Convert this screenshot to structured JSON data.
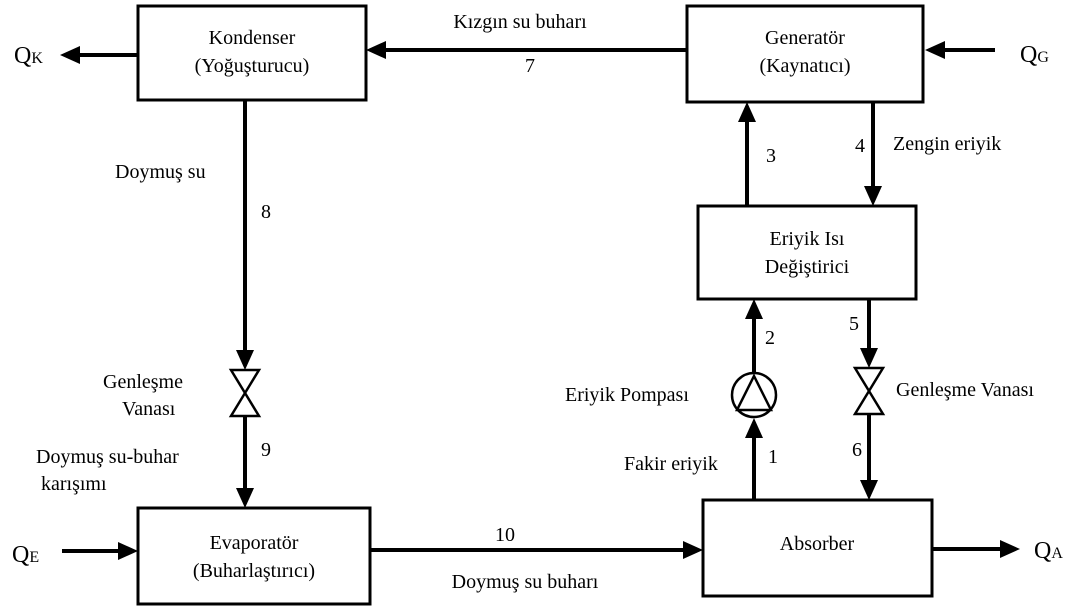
{
  "components": {
    "kondenser": {
      "title": "Kondenser",
      "subtitle": "(Yoğuşturucu)"
    },
    "generator": {
      "title": "Generatör",
      "subtitle": "(Kaynatıcı)"
    },
    "heat_exchanger": {
      "title": "Eriyik Isı",
      "subtitle": "Değiştirici"
    },
    "evaporator": {
      "title": "Evaporatör",
      "subtitle": "(Buharlaştırıcı)"
    },
    "absorber": {
      "title": "Absorber"
    }
  },
  "heat_flows": {
    "q_k": {
      "symbol": "Q",
      "subscript": "K"
    },
    "q_g": {
      "symbol": "Q",
      "subscript": "G"
    },
    "q_e": {
      "symbol": "Q",
      "subscript": "E"
    },
    "q_a": {
      "symbol": "Q",
      "subscript": "A"
    }
  },
  "streams": {
    "s1": "1",
    "s2": "2",
    "s3": "3",
    "s4": "4",
    "s5": "5",
    "s6": "6",
    "s7": "7",
    "s8": "8",
    "s9": "9",
    "s10": "10"
  },
  "labels": {
    "kizgin_su_buhari": "Kızgın su buharı",
    "doymus_su": "Doymuş su",
    "zengin_eriyik": "Zengin eriyik",
    "genlesme_vanasi_left_1": "Genleşme",
    "genlesme_vanasi_left_2": "Vanası",
    "doymus_su_buhar_karisimi_1": "Doymuş su-buhar",
    "doymus_su_buhar_karisimi_2": "karışımı",
    "eriyik_pompasi": "Eriyik Pompası",
    "fakir_eriyik": "Fakir eriyik",
    "genlesme_vanasi_right": "Genleşme Vanası",
    "doymus_su_buhari": "Doymuş su buharı"
  }
}
